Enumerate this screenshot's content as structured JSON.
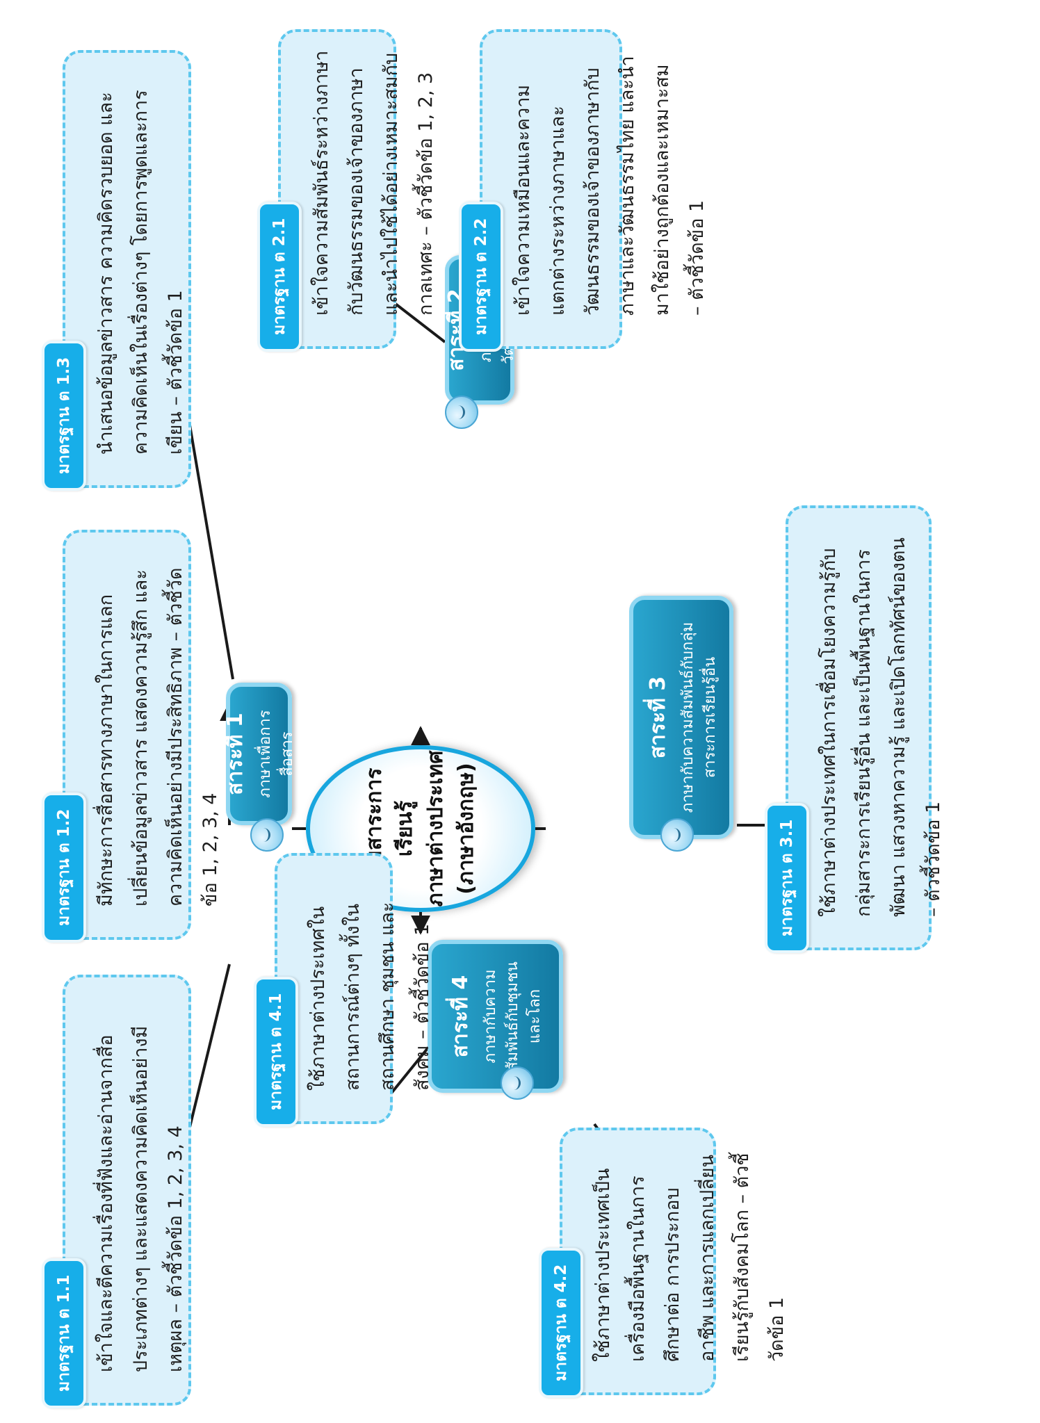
{
  "center": {
    "line1": "กลุ่มสาระการเรียนรู้",
    "line2": "ภาษาต่างประเทศ",
    "line3": "(ภาษาอังกฤษ)"
  },
  "strands": [
    {
      "title": "สาระที่ 1",
      "desc": "ภาษาเพื่อการสื่อสาร"
    },
    {
      "title": "สาระที่ 2",
      "desc": "ภาษาและวัฒนธรรม"
    },
    {
      "title": "สาระที่ 3",
      "desc": "ภาษากับความสัมพันธ์กับกลุ่มสาระการเรียนรู้อื่น"
    },
    {
      "title": "สาระที่ 4",
      "desc": "ภาษากับความสัมพันธ์กับชุมชนและโลก"
    }
  ],
  "standards": {
    "s1_1": {
      "tag": "มาตรฐาน ต 1.1",
      "text": "เข้าใจและตีความเรื่องที่ฟังและอ่านจากสื่อประเภทต่างๆ และแสดงความคิดเห็นอย่างมีเหตุผล – ตัวชี้วัดข้อ 1, 2, 3, 4"
    },
    "s1_2": {
      "tag": "มาตรฐาน ต 1.2",
      "text": "มีทักษะการสื่อสารทางภาษาในการแลกเปลี่ยนข้อมูลข่าวสาร แสดงความรู้สึก และความคิดเห็นอย่างมีประสิทธิภาพ – ตัวชี้วัดข้อ 1, 2, 3, 4"
    },
    "s1_3": {
      "tag": "มาตรฐาน ต 1.3",
      "text": "นำเสนอข้อมูลข่าวสาร ความคิดรวบยอด และความคิดเห็นในเรื่องต่างๆ โดยการพูดและการเขียน – ตัวชี้วัดข้อ 1"
    },
    "s2_1": {
      "tag": "มาตรฐาน ต 2.1",
      "text": "เข้าใจความสัมพันธ์ระหว่างภาษากับวัฒนธรรมของเจ้าของภาษา และนำไปใช้ได้อย่างเหมาะสมกับกาลเทศะ – ตัวชี้วัดข้อ 1, 2, 3"
    },
    "s2_2": {
      "tag": "มาตรฐาน ต 2.2",
      "text": "เข้าใจความเหมือนและความแตกต่างระหว่างภาษาและวัฒนธรรมของเจ้าของภาษากับภาษาและวัฒนธรรมไทย และนำมาใช้อย่างถูกต้องและเหมาะสม – ตัวชี้วัดข้อ 1"
    },
    "s3_1": {
      "tag": "มาตรฐาน ต 3.1",
      "text": "ใช้ภาษาต่างประเทศในการเชื่อมโยงความรู้กับกลุ่มสาระการเรียนรู้อื่น และเป็นพื้นฐานในการพัฒนา แสวงหาความรู้ และเปิดโลกทัศน์ของตน – ตัวชี้วัดข้อ 1"
    },
    "s4_1": {
      "tag": "มาตรฐาน ต 4.1",
      "text": "ใช้ภาษาต่างประเทศในสถานการณ์ต่างๆ ทั้งในสถานศึกษา ชุมชน และสังคม – ตัวชี้วัดข้อ 1"
    },
    "s4_2": {
      "tag": "มาตรฐาน ต 4.2",
      "text": "ใช้ภาษาต่างประเทศเป็นเครื่องมือพื้นฐานในการศึกษาต่อ การประกอบอาชีพ และการแลกเปลี่ยนเรียนรู้กับสังคมโลก – ตัวชี้วัดข้อ 1"
    }
  },
  "colors": {
    "box_fill": "#dcf1fb",
    "box_border": "#5ec8ee",
    "tag_fill": "#17aee9",
    "strand_fill": "#1c8fbb",
    "center_border": "#18a6de",
    "arrow": "#1a1a1a"
  },
  "icons": {
    "mascot": "mascot-icon"
  }
}
